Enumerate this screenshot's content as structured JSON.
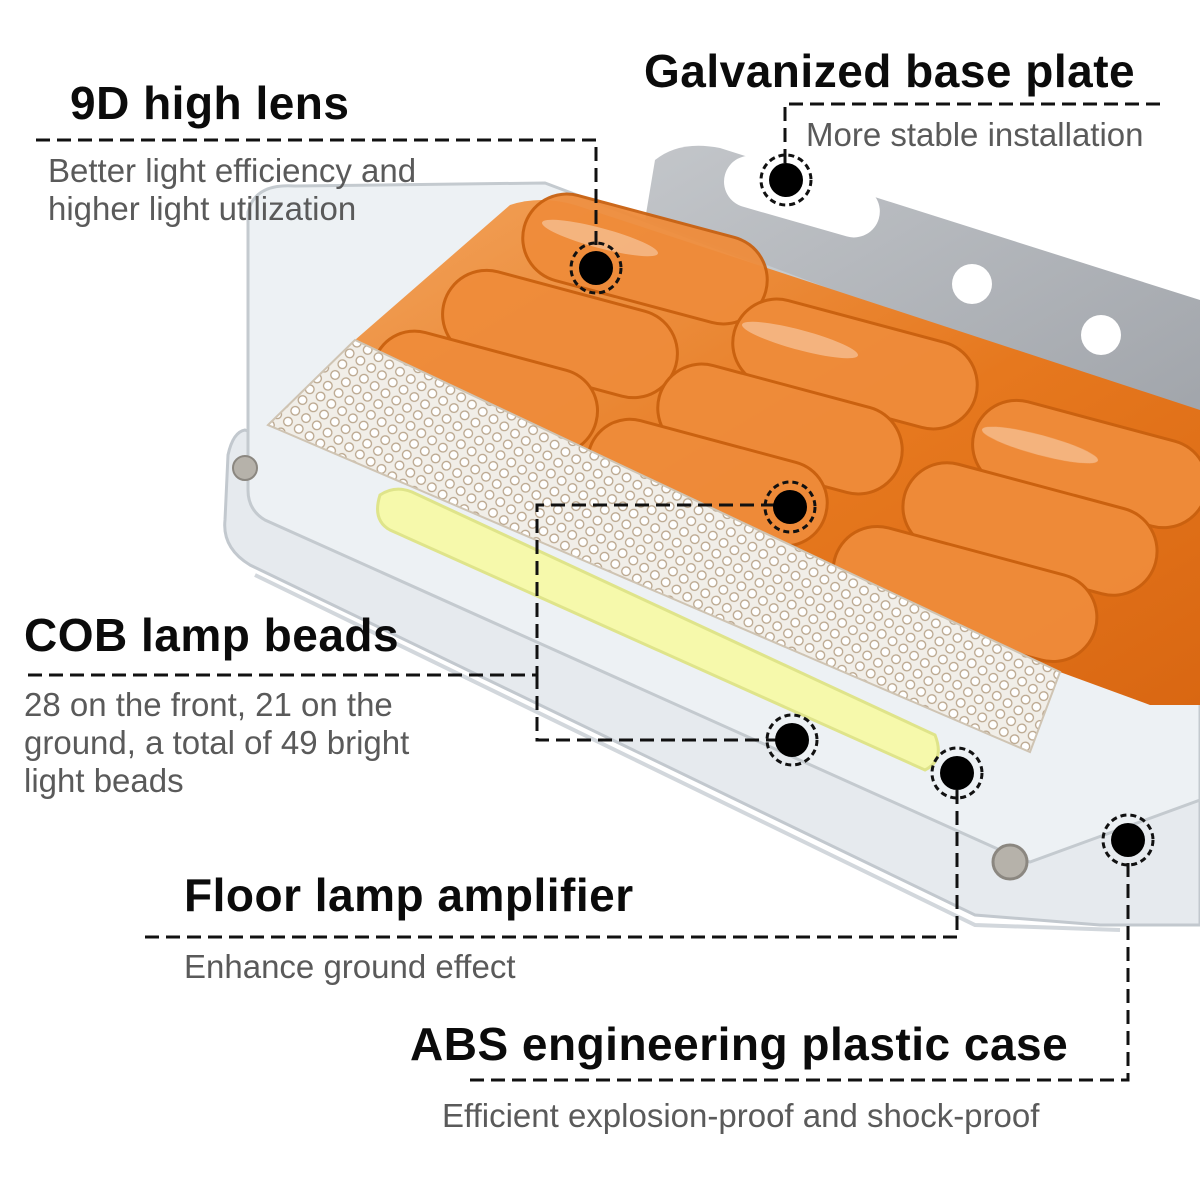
{
  "colors": {
    "lens_amber": "#e6781e",
    "lens_amber_light": "#f4a55b",
    "cob_yellow": "#f3f7a0",
    "plate_gray": "#a9adb3",
    "case_clear": "#e9edf0",
    "marker": "#000000",
    "title_text": "#0b0b0b",
    "desc_text": "#5a5a5a"
  },
  "callouts": {
    "lens": {
      "title": "9D high lens",
      "desc_line1": "Better light efficiency and",
      "desc_line2": "higher light utilization"
    },
    "plate": {
      "title": "Galvanized base plate",
      "desc": "More stable installation"
    },
    "cob": {
      "title": "COB lamp beads",
      "desc_line1": "28 on the front, 21 on the",
      "desc_line2": "ground, a total of 49 bright",
      "desc_line3": "light beads"
    },
    "floor": {
      "title": "Floor lamp amplifier",
      "desc": "Enhance ground effect"
    },
    "case": {
      "title": "ABS engineering plastic case",
      "desc": "Efficient explosion-proof and shock-proof"
    }
  }
}
